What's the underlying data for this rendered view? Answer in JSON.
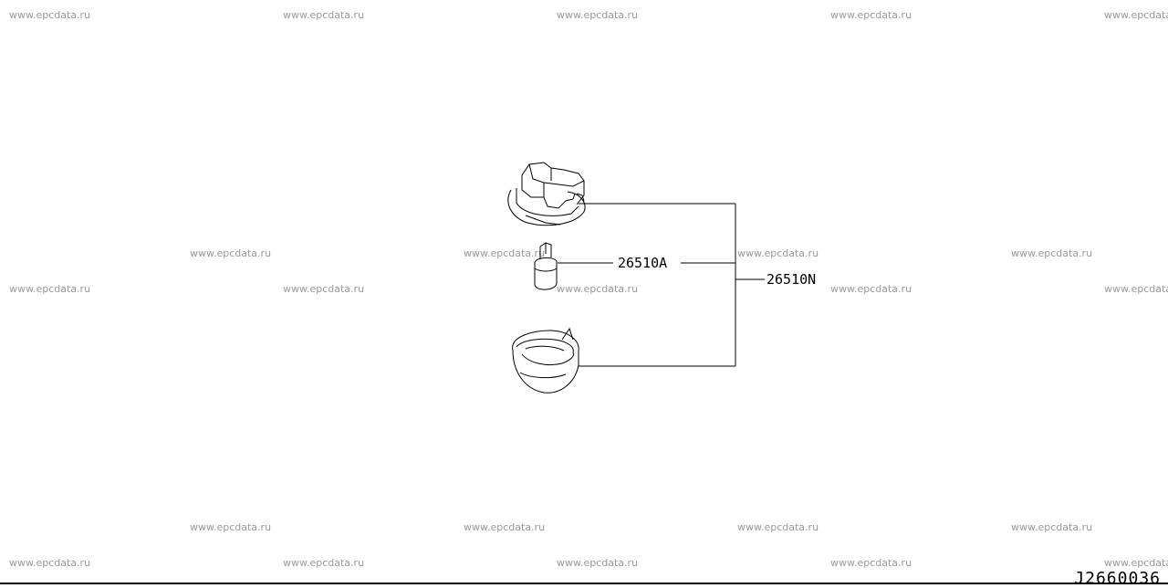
{
  "watermark": "www.epcdata.ru",
  "diagram": {
    "parts": {
      "lamp_bulb": "26510A",
      "lamp_assembly": "26510N"
    },
    "code": "J2660036"
  }
}
